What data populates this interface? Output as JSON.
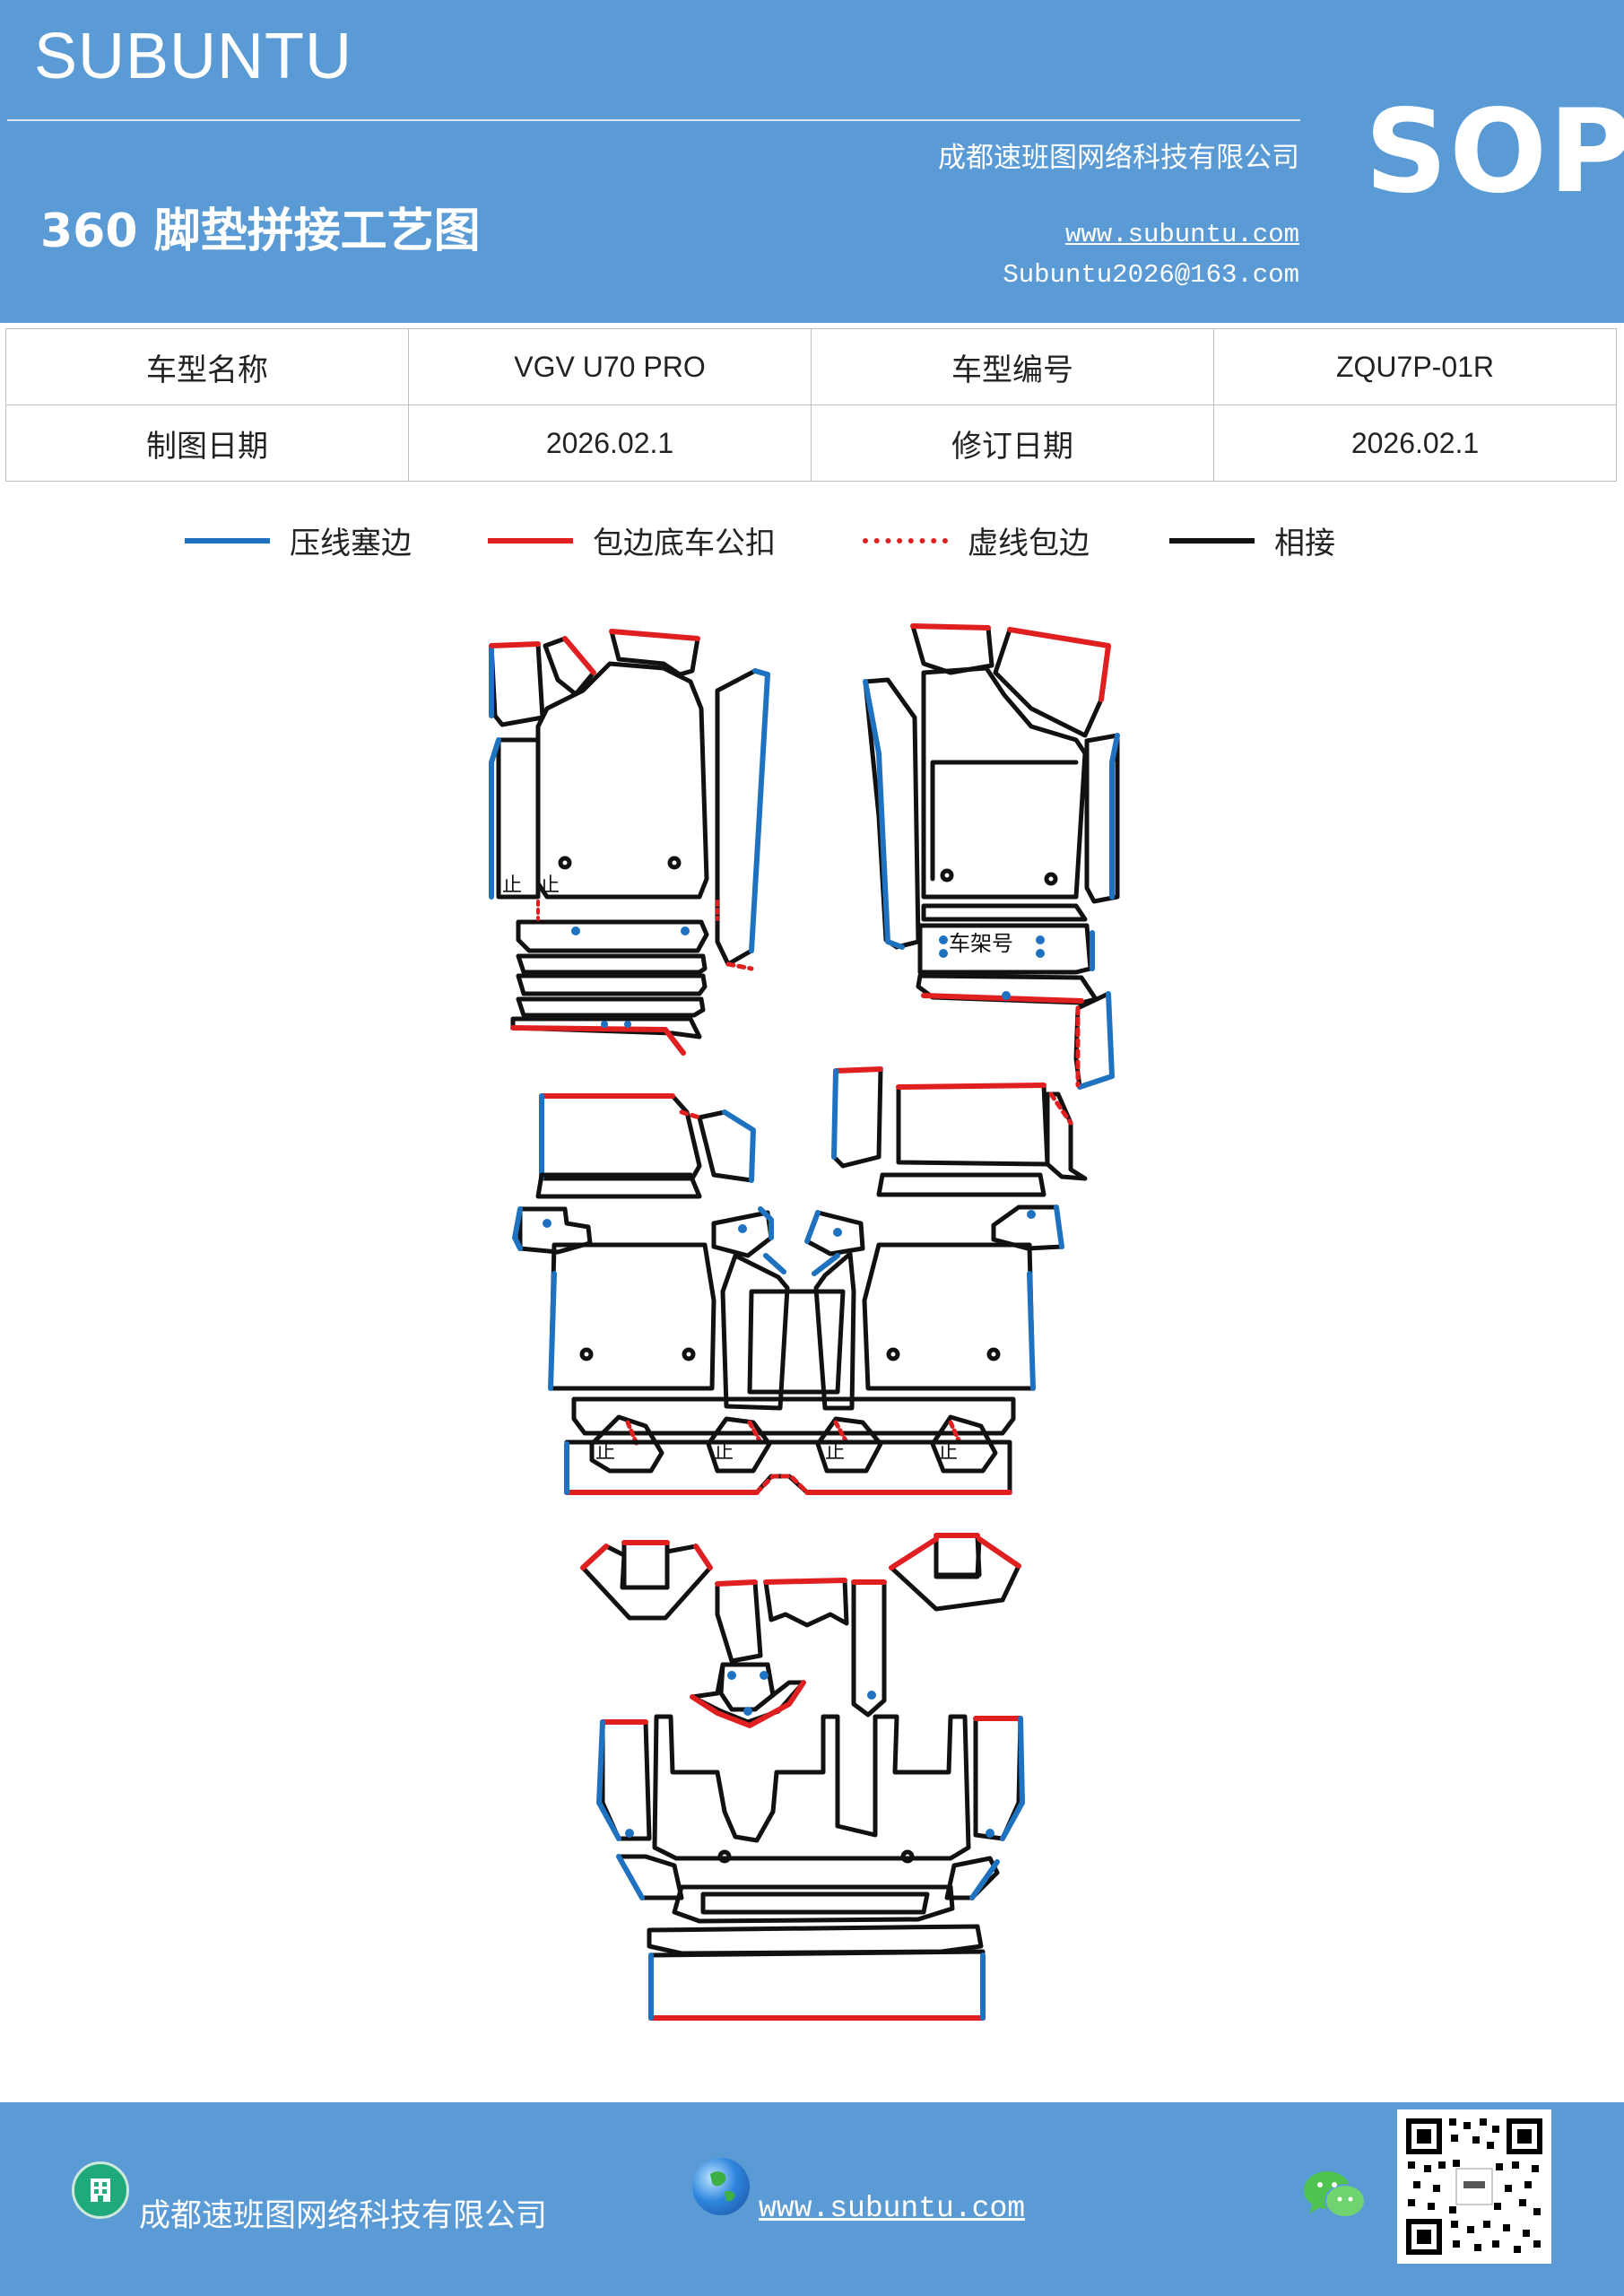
{
  "header": {
    "brand": "SUBUNTU",
    "company": "成都速班图网络科技有限公司",
    "title": "360 脚垫拼接工艺图",
    "website": "www.subuntu.com",
    "email": "Subuntu2026@163.com",
    "badge": "SOP"
  },
  "info_table": {
    "rows": [
      {
        "label1": "车型名称",
        "value1": "VGV  U70  PRO",
        "label2": "车型编号",
        "value2": "ZQU7P-01R"
      },
      {
        "label1": "制图日期",
        "value1": "2026.02.1",
        "label2": "修订日期",
        "value2": "2026.02.1"
      }
    ]
  },
  "legend": [
    {
      "label": "压线塞边",
      "color": "#1f72c0",
      "style": "solid"
    },
    {
      "label": "包边底车公扣",
      "color": "#e02020",
      "style": "solid"
    },
    {
      "label": "虚线包边",
      "color": "#e02020",
      "style": "dotted"
    },
    {
      "label": "相接",
      "color": "#111111",
      "style": "solid"
    }
  ],
  "diagram": {
    "marks": [
      "止",
      "止",
      "车架号",
      "止",
      "止",
      "止",
      "止"
    ]
  },
  "footer": {
    "company": "成都速班图网络科技有限公司",
    "website": "www.subuntu.com",
    "company_icon": "building-icon",
    "web_icon": "globe-icon",
    "chat_icon": "wechat-icon",
    "qr": "qr-code"
  },
  "colors": {
    "header_bg": "#5b9bd5",
    "blue_edge": "#1f72c0",
    "red_edge": "#e02020",
    "join_line": "#111111"
  }
}
